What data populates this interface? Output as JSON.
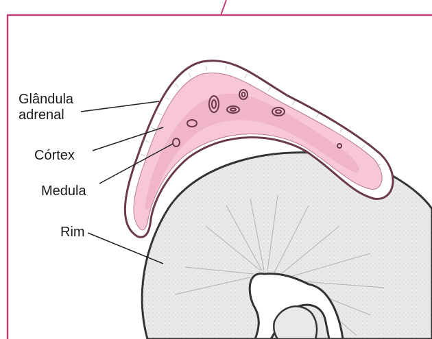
{
  "labels": {
    "adrenal_line1": "Glândula",
    "adrenal_line2": "adrenal",
    "cortex": "Córtex",
    "medulla": "Medula",
    "kidney": "Rim"
  },
  "colors": {
    "frame": "#c0407a",
    "adrenal_fill": "#f7c7d6",
    "adrenal_outline": "#6a3a4a",
    "medulla_fill": "#eeb3c7",
    "kidney_fill": "#e8e8e8",
    "kidney_outline": "#333333"
  }
}
